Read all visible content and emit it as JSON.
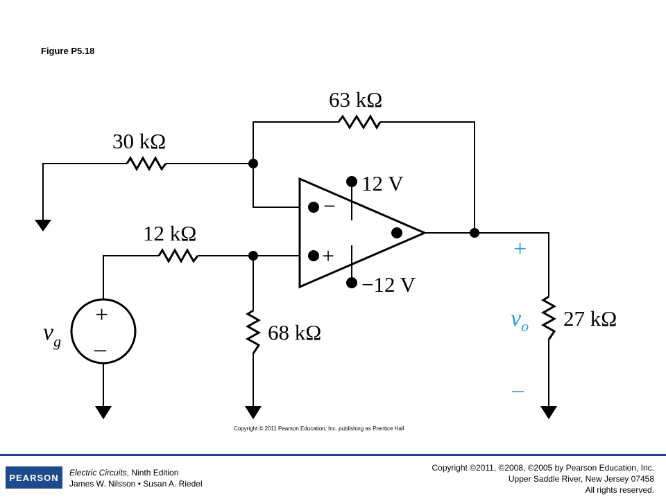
{
  "figure": {
    "title": "Figure P5.18"
  },
  "circuit": {
    "resistors": {
      "r_feedback": "63 kΩ",
      "r_input": "30 kΩ",
      "r_series": "12 kΩ",
      "r_shunt": "68 kΩ",
      "r_load": "27 kΩ"
    },
    "supplies": {
      "positive": "12 V",
      "negative": "−12 V"
    },
    "opamp": {
      "inverting": "−",
      "noninverting": "+"
    },
    "source": {
      "name_main": "v",
      "name_sub": "g",
      "plus": "+",
      "minus": "–"
    },
    "output": {
      "name_main": "v",
      "name_sub": "o",
      "plus": "+",
      "minus": "–"
    },
    "figure_copyright": "Copyright © 2011 Pearson Education, Inc. publishing as Prentice Hall"
  },
  "footer": {
    "logo_text": "PEARSON",
    "book_title": "Electric Circuits",
    "edition": ", Ninth Edition",
    "authors": "James W. Nilsson • Susan A. Riedel",
    "copyright_line1": "Copyright ©2011, ©2008, ©2005 by Pearson Education, Inc.",
    "copyright_line2": "Upper Saddle River, New Jersey 07458",
    "copyright_line3": "All rights reserved."
  },
  "colors": {
    "accent": "#2a9bd6",
    "footer_bar": "#1f3f8f",
    "logo_bg": "#1d4a8c"
  }
}
